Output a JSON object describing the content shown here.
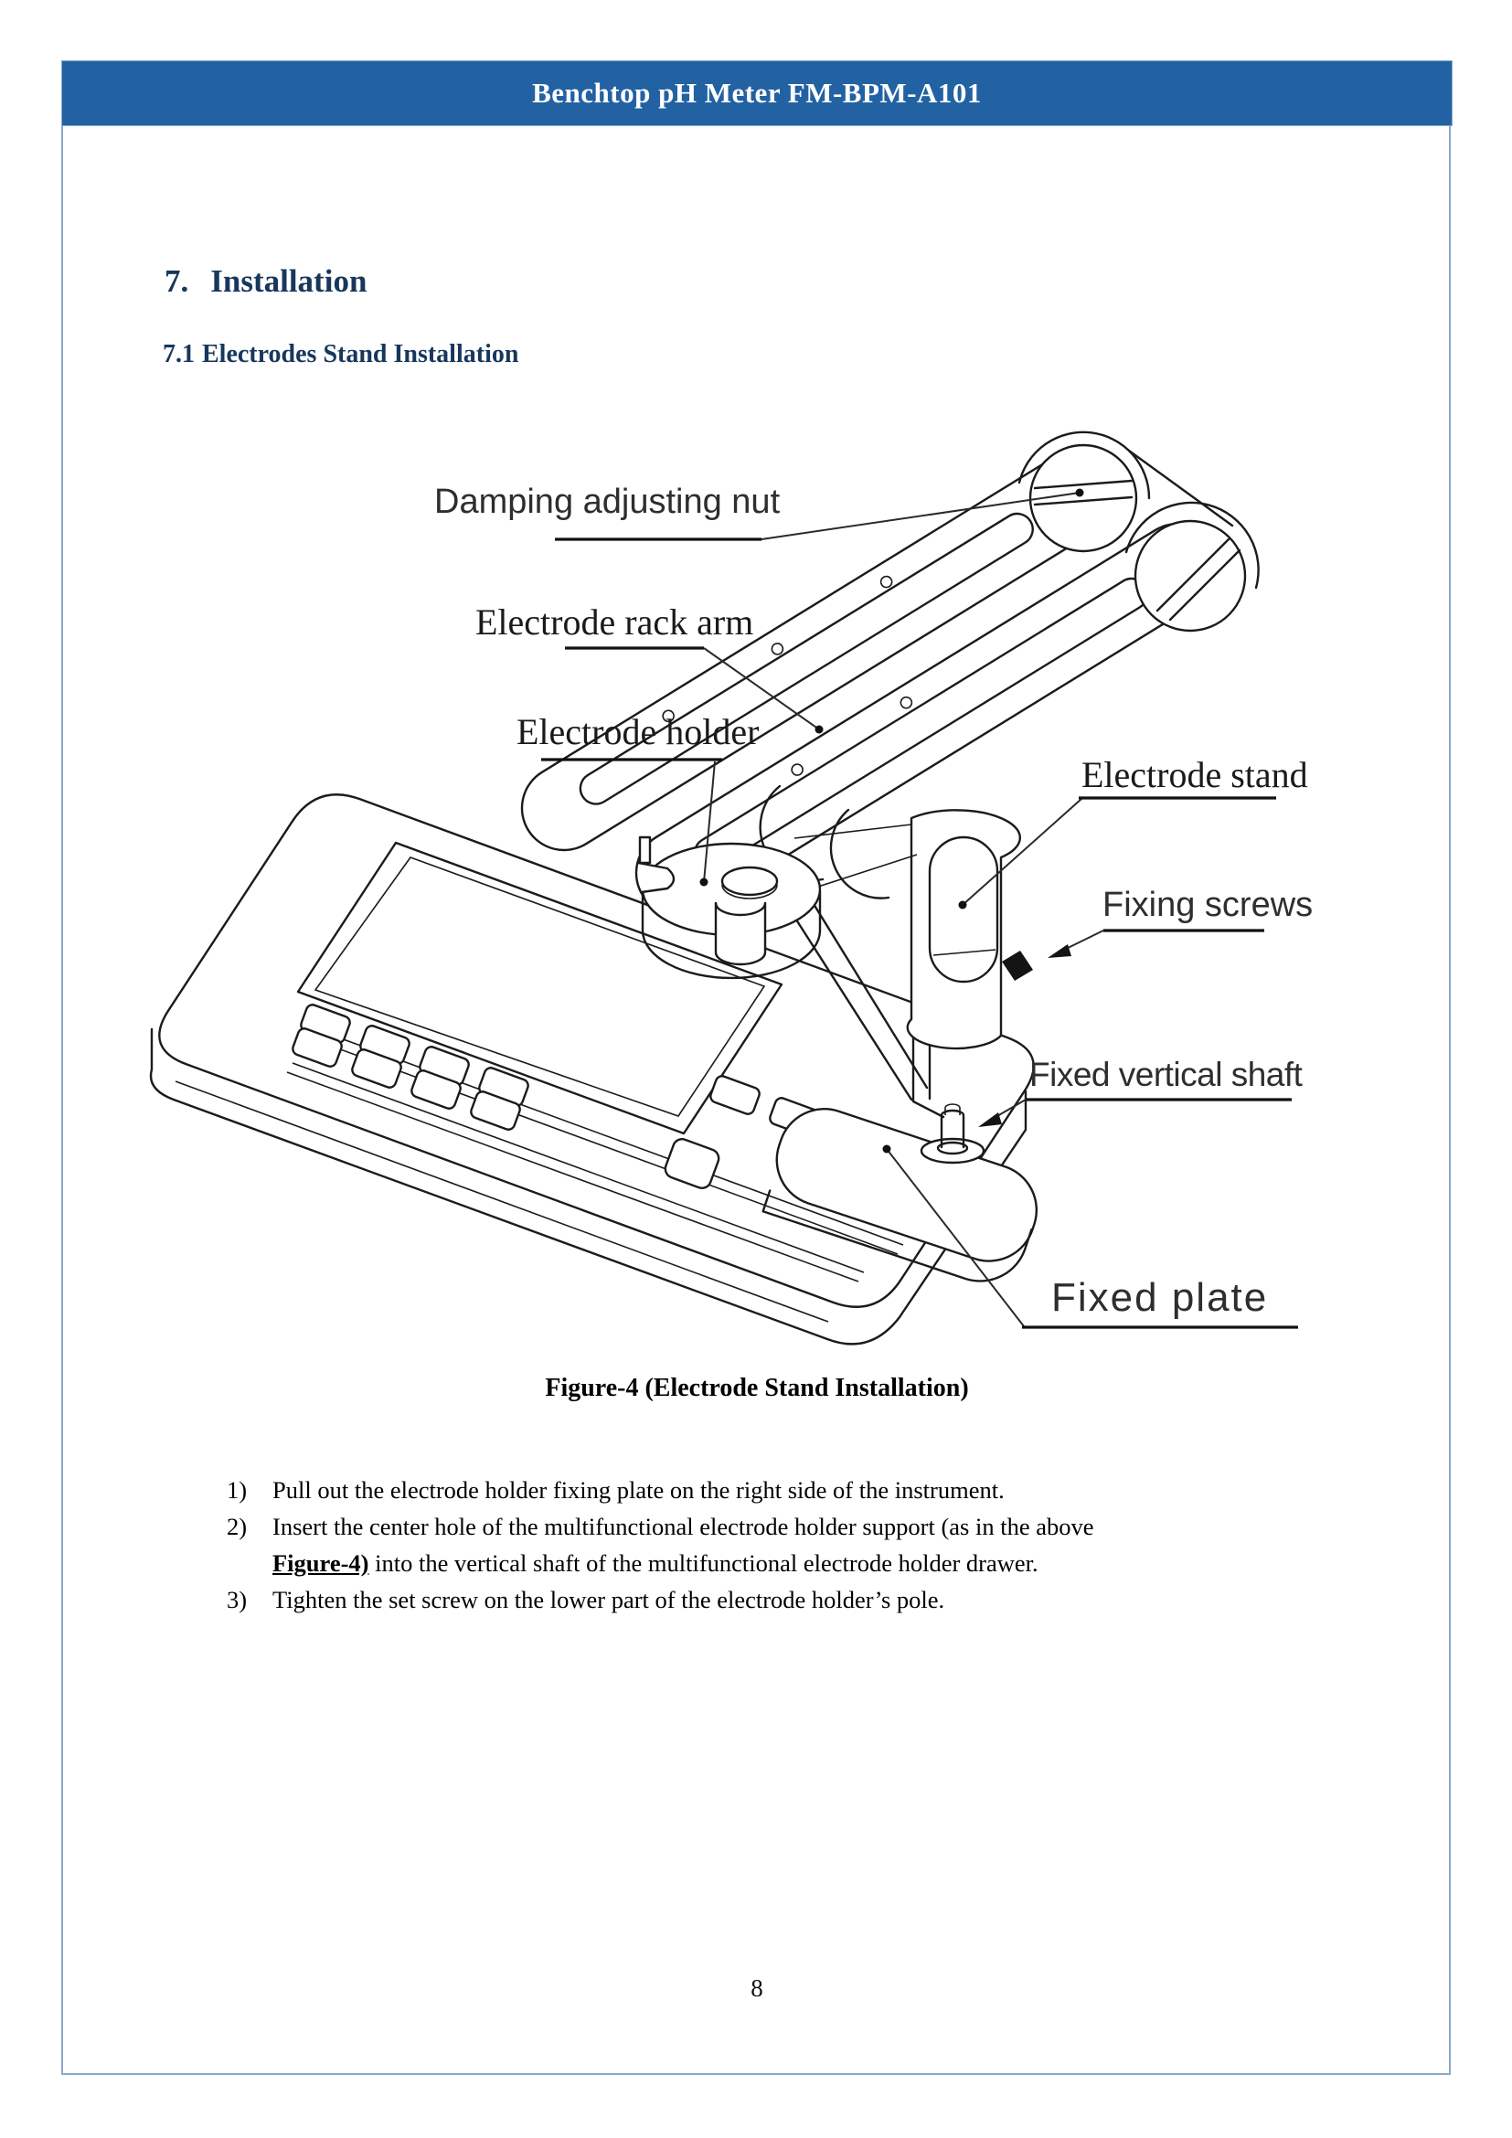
{
  "header": {
    "title": "Benchtop pH Meter FM-BPM-A101"
  },
  "section": {
    "number": "7.",
    "title": "Installation"
  },
  "subsection": {
    "number": "7.1",
    "title": "Electrodes Stand Installation"
  },
  "figure": {
    "caption": "Figure-4 (Electrode Stand Installation)",
    "labels": [
      {
        "id": "damping-adjusting-nut",
        "text": "Damping adjusting nut"
      },
      {
        "id": "electrode-rack-arm",
        "text": "Electrode rack arm"
      },
      {
        "id": "electrode-holder",
        "text": "Electrode holder"
      },
      {
        "id": "electrode-stand",
        "text": "Electrode stand"
      },
      {
        "id": "fixing-screws",
        "text": "Fixing screws"
      },
      {
        "id": "fixed-vertical-shaft",
        "text": "Fixed vertical shaft"
      },
      {
        "id": "fixed-plate",
        "text": "Fixed plate"
      }
    ]
  },
  "steps": [
    {
      "num": "1)",
      "text": "Pull out the electrode holder fixing plate on the right side of the instrument."
    },
    {
      "num": "2)",
      "pre": "Insert the center hole of the multifunctional electrode holder support (as in the above ",
      "bold": "Figure-4)",
      "post": " into the vertical shaft of the multifunctional electrode holder drawer."
    },
    {
      "num": "3)",
      "text": "Tighten the set screw on the lower part of the electrode holder’s pole."
    }
  ],
  "page_number": "8",
  "colors": {
    "header_bar": "#2262A2",
    "page_border": "#8BA9CF",
    "heading_navy": "#17375D"
  }
}
